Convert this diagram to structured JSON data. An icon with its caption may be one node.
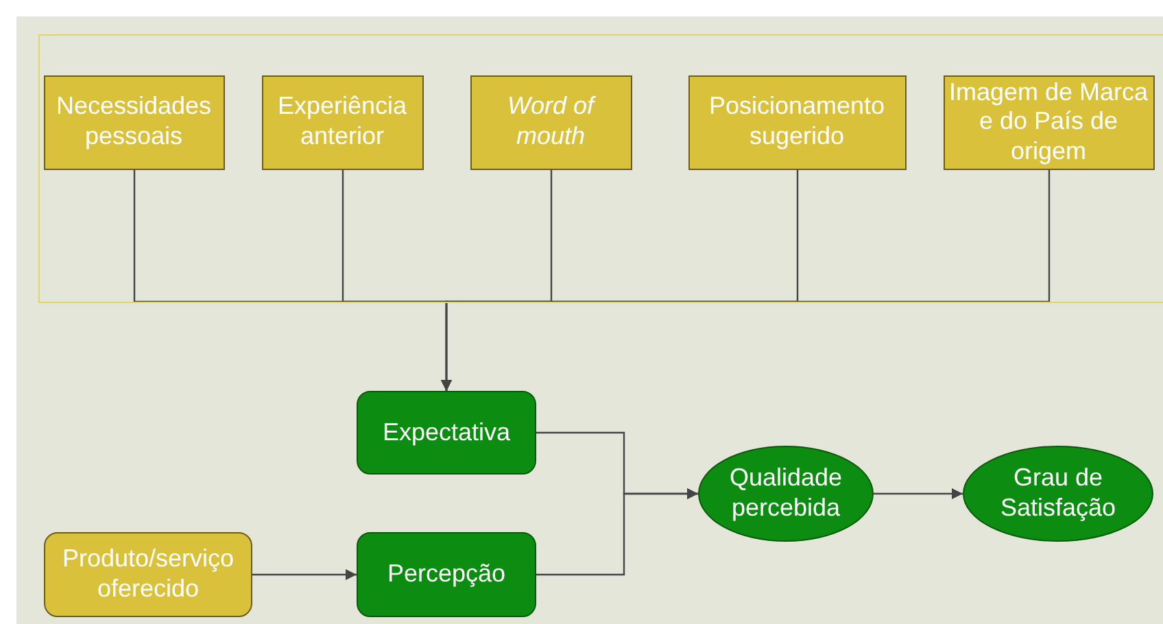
{
  "diagram": {
    "nodes": [
      {
        "text": [],
        "shape": "box"
      },
      {
        "text": [
          "Necessidades pessoais"
        ],
        "in": 0
      },
      {
        "text": [
          "Experiência anterior"
        ],
        "in": 0
      },
      {
        "text": [
          "Word of mouth"
        ],
        "in": 0
      },
      {
        "text": [
          "Posicionamento sugerido"
        ],
        "in": 0
      },
      {
        "text": [
          "Imagem de Marca e do País de origem"
        ],
        "in": 0
      },
      {
        "text": [
          "Expectativa"
        ]
      },
      {
        "text": [
          "Produto/serviço oferecido"
        ]
      },
      {
        "text": [
          "Percepção"
        ]
      },
      {
        "text": [
          "Qualidade percebida"
        ]
      },
      {
        "text": [
          "Grau de Satisfação"
        ]
      }
    ],
    "edges": [
      {
        "from": 1,
        "to": 6,
        "arrow": "to"
      },
      {
        "from": 2,
        "to": 6,
        "arrow": "to"
      },
      {
        "from": 3,
        "to": 6,
        "arrow": "to"
      },
      {
        "from": 4,
        "to": 6,
        "arrow": "to"
      },
      {
        "from": 5,
        "to": 6,
        "arrow": "to"
      },
      {
        "from": 6,
        "to": 9,
        "arrow": "to"
      },
      {
        "from": 8,
        "to": 9,
        "arrow": "to"
      },
      {
        "from": 7,
        "to": 8,
        "arrow": "to"
      },
      {
        "from": 9,
        "to": 10,
        "arrow": "to"
      }
    ]
  }
}
